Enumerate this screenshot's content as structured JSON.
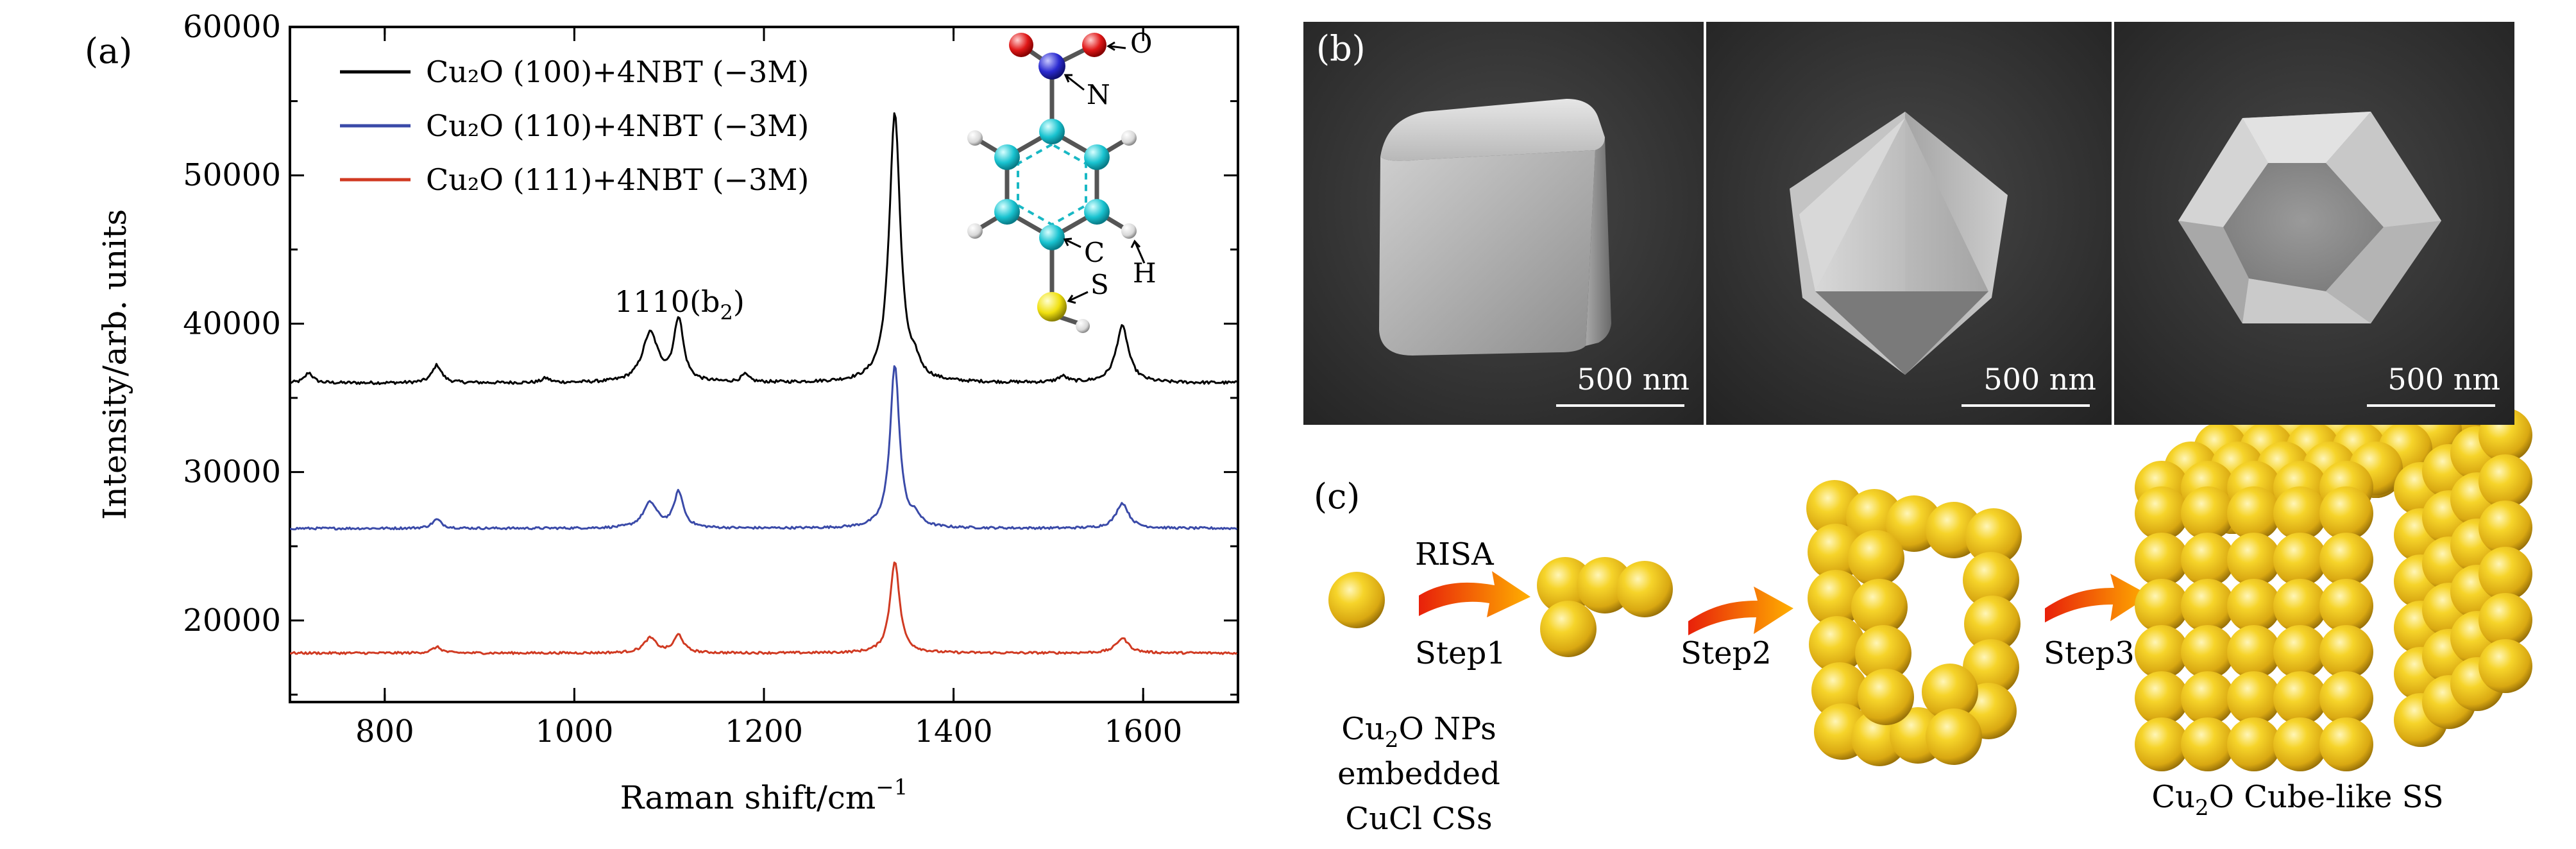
{
  "panel_a": {
    "label": "(a)",
    "molecule_labels": {
      "o": "O",
      "n": "N",
      "c": "C",
      "h": "H",
      "s": "S"
    },
    "peak_annotation": "1110(b",
    "peak_annotation_sub": "2",
    "peak_annotation_close": ")"
  },
  "panel_b": {
    "label": "(b)",
    "scale_bars": [
      "500 nm",
      "500 nm",
      "500 nm"
    ]
  },
  "panel_c": {
    "label": "(c)",
    "risa": "RISA",
    "step1": "Step1",
    "step2": "Step2",
    "step3": "Step3",
    "caption_left": [
      "Cu2O NPs",
      "embedded",
      "CuCl CSs"
    ],
    "caption_right": "Cu2O Cube-like SS"
  },
  "colors": {
    "black": "#000000",
    "blue": "#3a4aa8",
    "red": "#d03a22",
    "gold": "#f4cf22"
  },
  "chart_data": {
    "type": "line",
    "xlabel": "Raman shift/cm",
    "xlabel_sup": "−1",
    "ylabel": "Intensity/arb. units",
    "xlim": [
      700,
      1700
    ],
    "ylim": [
      14500,
      60000
    ],
    "x_ticks": [
      800,
      1000,
      1200,
      1400,
      1600
    ],
    "y_ticks": [
      20000,
      30000,
      40000,
      50000,
      60000
    ],
    "legend_position": "top-left",
    "series": [
      {
        "name": "Cu2O (100)+4NBT (−3M)",
        "color": "#000000",
        "baseline": 36000,
        "peaks": [
          [
            720,
            700,
            5
          ],
          [
            855,
            1200,
            6
          ],
          [
            970,
            300,
            5
          ],
          [
            1080,
            3300,
            10
          ],
          [
            1110,
            4200,
            6
          ],
          [
            1180,
            500,
            5
          ],
          [
            1338,
            18200,
            7
          ],
          [
            1360,
            800,
            6
          ],
          [
            1515,
            400,
            6
          ],
          [
            1578,
            3800,
            8
          ]
        ],
        "noise": 200
      },
      {
        "name": "Cu2O (110)+4NBT (−3M)",
        "color": "#3a4aa8",
        "baseline": 26200,
        "peaks": [
          [
            855,
            600,
            6
          ],
          [
            1080,
            1700,
            9
          ],
          [
            1110,
            2400,
            6
          ],
          [
            1338,
            11000,
            6
          ],
          [
            1360,
            600,
            6
          ],
          [
            1578,
            1700,
            8
          ]
        ],
        "noise": 150
      },
      {
        "name": "Cu2O (111)+4NBT (−3M)",
        "color": "#d03a22",
        "baseline": 17800,
        "peaks": [
          [
            855,
            400,
            6
          ],
          [
            1080,
            1000,
            8
          ],
          [
            1110,
            1200,
            6
          ],
          [
            1338,
            6200,
            6
          ],
          [
            1578,
            1000,
            8
          ]
        ],
        "noise": 150
      }
    ]
  }
}
